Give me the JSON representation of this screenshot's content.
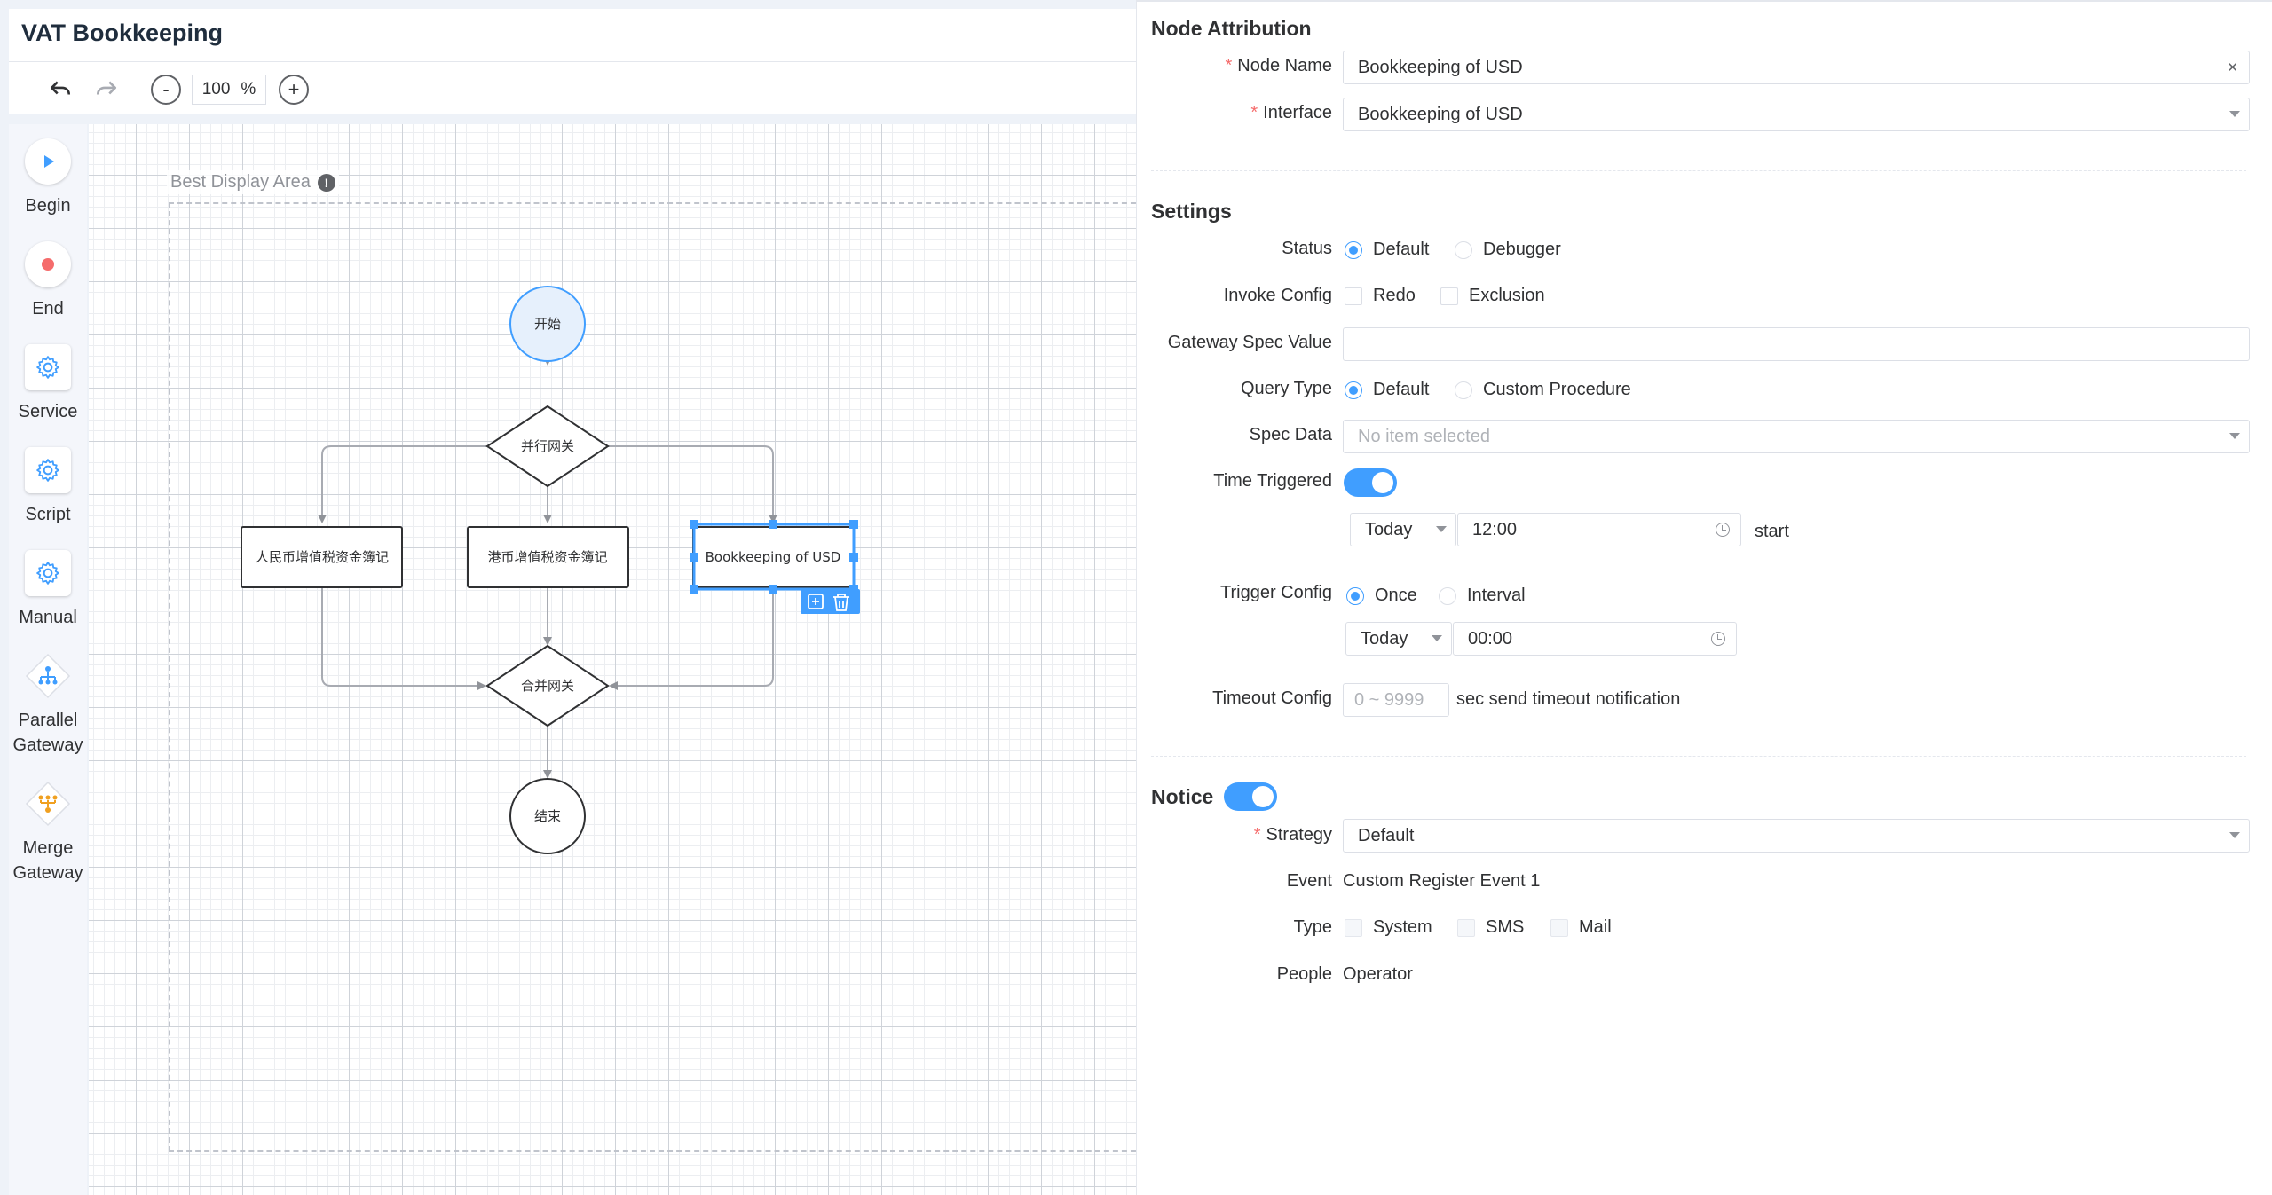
{
  "app": {
    "title": "VAT Bookkeeping"
  },
  "toolbar": {
    "zoom_value": "100",
    "zoom_unit": "%",
    "zoom_out": "-",
    "zoom_in": "+"
  },
  "palette": [
    {
      "label": "Begin",
      "icon": "play-icon"
    },
    {
      "label": "End",
      "icon": "record-icon"
    },
    {
      "label": "Service",
      "icon": "gear-icon"
    },
    {
      "label": "Script",
      "icon": "gear-icon"
    },
    {
      "label": "Manual",
      "icon": "gear-icon"
    },
    {
      "label": "Parallel Gateway",
      "icon": "parallel-gateway-icon"
    },
    {
      "label": "Merge Gateway",
      "icon": "merge-gateway-icon"
    }
  ],
  "canvas": {
    "best_display_label": "Best Display Area",
    "nodes": {
      "start": "开始",
      "parallel": "并行网关",
      "task_rmb": "人民币增值税资金簿记",
      "task_hkd": "港币增值税资金簿记",
      "task_usd": "Bookkeeping of USD",
      "merge": "合并网关",
      "end": "结束"
    }
  },
  "panel": {
    "node_attribution": {
      "title": "Node Attribution",
      "node_name_label": "Node Name",
      "node_name_value": "Bookkeeping of USD",
      "interface_label": "Interface",
      "interface_value": "Bookkeeping of USD"
    },
    "settings": {
      "title": "Settings",
      "status_label": "Status",
      "status_options": [
        "Default",
        "Debugger"
      ],
      "invoke_label": "Invoke Config",
      "invoke_options": [
        "Redo",
        "Exclusion"
      ],
      "gateway_label": "Gateway Spec Value",
      "gateway_value": "",
      "query_label": "Query Type",
      "query_options": [
        "Default",
        "Custom Procedure"
      ],
      "spec_label": "Spec Data",
      "spec_placeholder": "No item selected",
      "time_triggered_label": "Time Triggered",
      "time_triggered_on": true,
      "time_day": "Today",
      "time_value": "12:00",
      "time_suffix": "start",
      "trigger_label": "Trigger Config",
      "trigger_options": [
        "Once",
        "Interval"
      ],
      "trigger_day": "Today",
      "trigger_time": "00:00",
      "timeout_label": "Timeout Config",
      "timeout_placeholder": "0 ~ 9999",
      "timeout_suffix": "sec send timeout notification"
    },
    "notice": {
      "title": "Notice",
      "enabled": true,
      "strategy_label": "Strategy",
      "strategy_value": "Default",
      "event_label": "Event",
      "event_value": "Custom Register Event 1",
      "type_label": "Type",
      "type_options": [
        "System",
        "SMS",
        "Mail"
      ],
      "people_label": "People",
      "people_value": "Operator"
    }
  },
  "colors": {
    "accent": "#409eff",
    "required": "#f56c6c",
    "begin_play": "#409eff",
    "end_dot": "#f56c6c"
  }
}
